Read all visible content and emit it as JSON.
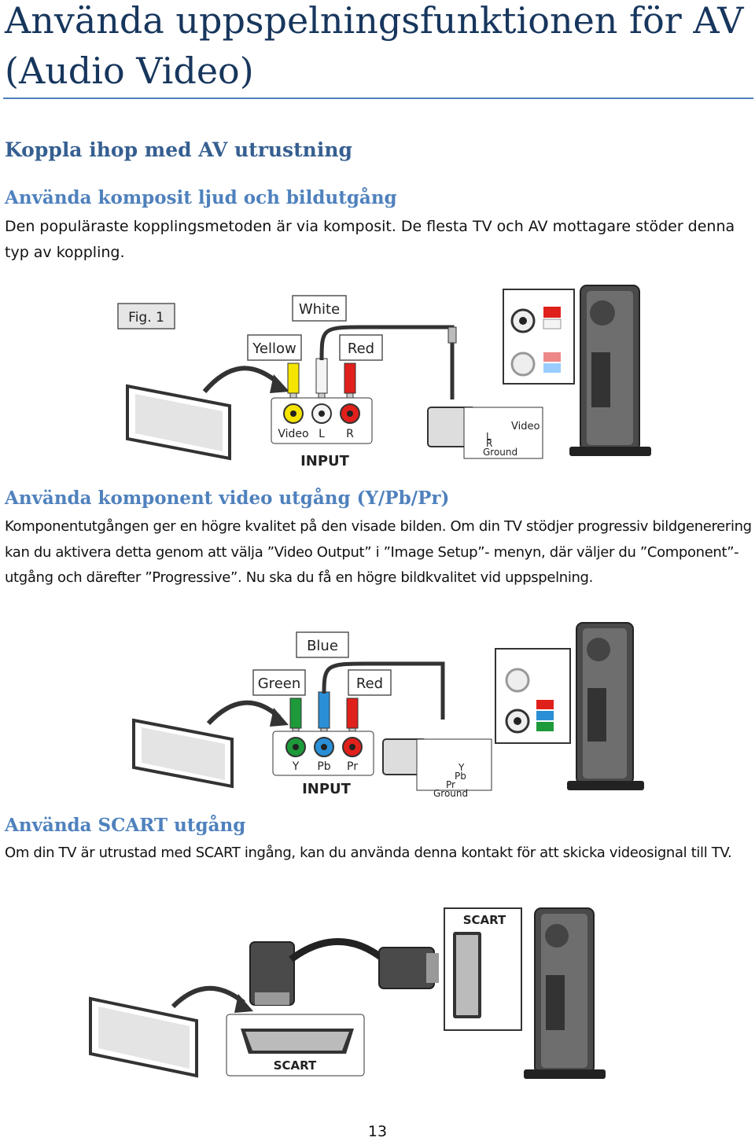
{
  "title": "Använda uppspelningsfunktionen för AV (Audio Video)",
  "section_heading": "Koppla ihop med AV utrustning",
  "composite": {
    "heading": "Använda komposit ljud och bildutgång",
    "text": "Den populäraste kopplingsmetoden är via komposit. De flesta TV och AV mottagare stöder denna typ av koppling.",
    "figure": {
      "fig_label": "Fig. 1",
      "cable_labels": [
        "White",
        "Yellow",
        "Red"
      ],
      "jack_labels": [
        "Video",
        "L",
        "R"
      ],
      "panel_label": "INPUT",
      "plug_labels": [
        "Video",
        "L",
        "R",
        "Ground"
      ]
    }
  },
  "component": {
    "heading": "Använda komponent video utgång (Y/Pb/Pr)",
    "text": "Komponentutgången ger en högre kvalitet på den visade bilden. Om din TV stödjer progressiv bildgenerering kan du aktivera detta genom att välja ”Video Output” i ”Image Setup”- menyn, där väljer du ”Component”- utgång och därefter ”Progressive”. Nu ska du få en högre bildkvalitet vid uppspelning.",
    "figure": {
      "cable_labels": [
        "Blue",
        "Green",
        "Red"
      ],
      "jack_labels": [
        "Y",
        "Pb",
        "Pr"
      ],
      "panel_label": "INPUT",
      "plug_labels": [
        "Y",
        "Pb",
        "Pr",
        "Ground"
      ]
    }
  },
  "scart": {
    "heading": "Använda SCART utgång",
    "text": "Om din TV är utrustad med SCART ingång, kan du använda denna kontakt för att skicka videosignal till TV.",
    "figure": {
      "device_label": "SCART",
      "panel_label": "SCART"
    }
  },
  "page_number": "13",
  "colors": {
    "title": "#17365d",
    "heading": "#365f91",
    "subheading": "#4f81bd",
    "yellow": "#f5e400",
    "white": "#f4f4f4",
    "red": "#e0201b",
    "green": "#1e9a3a",
    "blue": "#2a8fd6",
    "device": "#4a4a4a"
  }
}
